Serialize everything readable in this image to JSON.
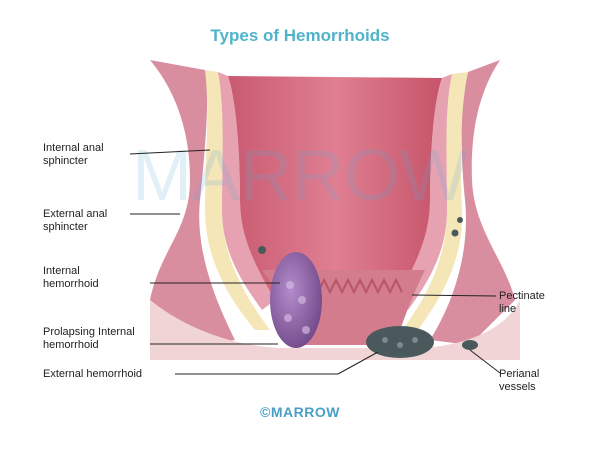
{
  "title": "Types of Hemorrhoids",
  "labels": {
    "internal_anal_sphincter": "Internal anal\nsphincter",
    "external_anal_sphincter": "External anal\nsphincter",
    "internal_hemorrhoid": "Internal\nhemorrhoid",
    "prolapsing_internal_hemorrhoid": "Prolapsing Internal\nhemorrhoid",
    "external_hemorrhoid": "External hemorrhoid",
    "pectinate_line": "Pectinate\nline",
    "perianal_vessels": "Perianal\nvessels"
  },
  "watermark": "MARROW",
  "credit": "©MARROW",
  "colors": {
    "title": "#4fb3c9",
    "rectum": "#d86a7e",
    "muscle": "#d98ea0",
    "fat": "#f5e6b8",
    "hemorrhoid": "#9b6fb2",
    "external": "#4a5a5c"
  }
}
